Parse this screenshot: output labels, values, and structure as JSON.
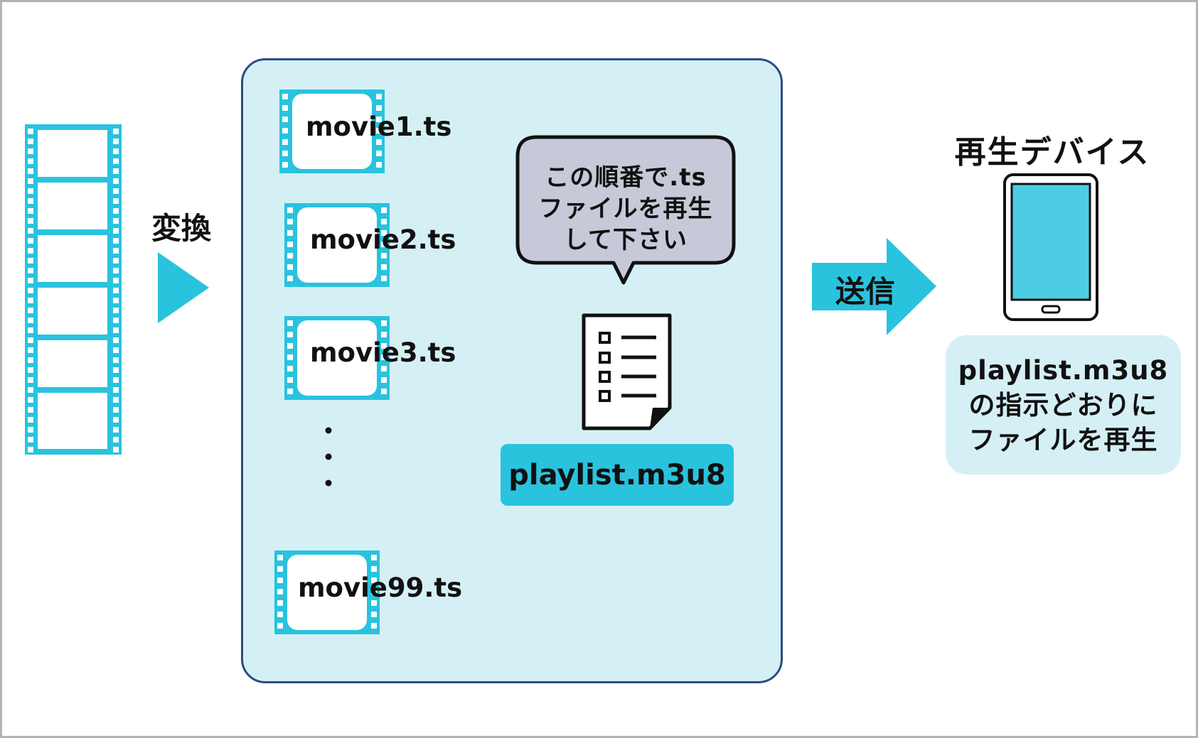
{
  "convert_label": "変換",
  "files": [
    {
      "label": "movie1.ts"
    },
    {
      "label": "movie2.ts"
    },
    {
      "label": "movie3.ts"
    },
    {
      "label": "movie99.ts"
    }
  ],
  "bubble_text": "この順番で.ts\nファイルを再生\nして下さい",
  "playlist_label": "playlist.m3u8",
  "send_label": "送信",
  "device_title": "再生デバイス",
  "device_note": "playlist.m3u8\nの指示どおりに\nファイルを再生",
  "colors": {
    "accent": "#29c3de",
    "panel": "#d5f0f5",
    "border": "#2b4d80",
    "bubble": "#c6cad8",
    "screen": "#4dcde4"
  },
  "icons": [
    "film-strip-icon",
    "play-arrow-icon",
    "film-frame-icon",
    "speech-bubble-icon",
    "document-list-icon",
    "right-arrow-icon",
    "tablet-icon"
  ]
}
